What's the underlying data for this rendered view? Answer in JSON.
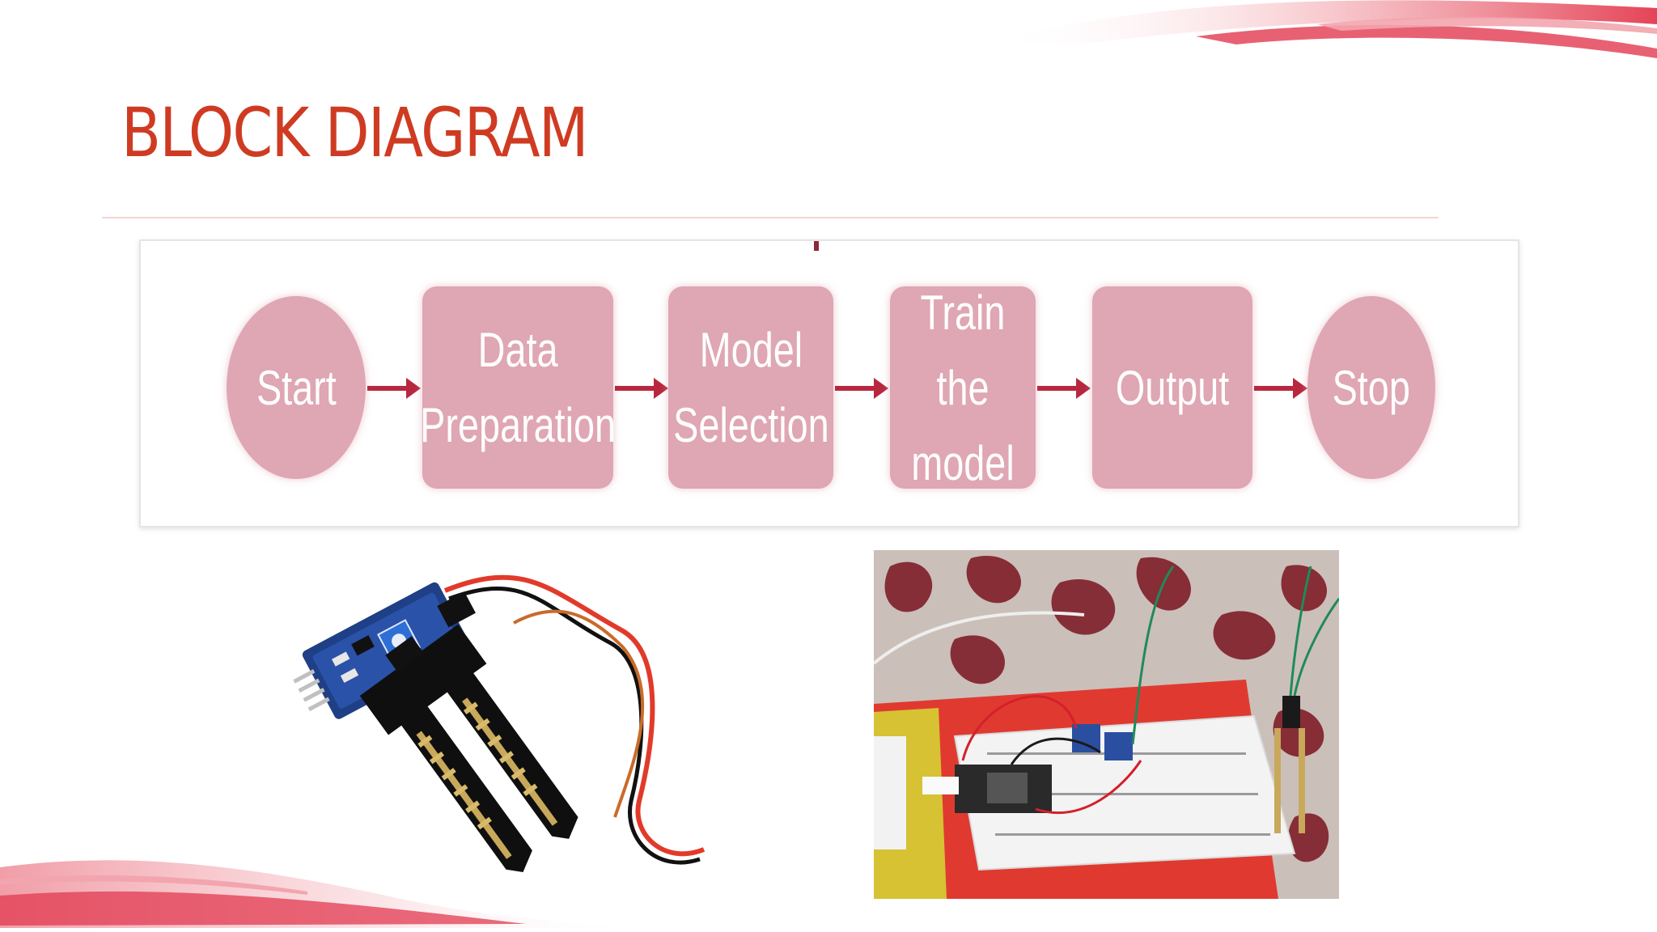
{
  "slide": {
    "title": "BLOCK DIAGRAM"
  },
  "diagram": {
    "nodes": [
      {
        "shape": "circle",
        "label": "Start"
      },
      {
        "shape": "rounded-rect",
        "label": "Data\nPreparation"
      },
      {
        "shape": "rounded-rect",
        "label": "Model\nSelection"
      },
      {
        "shape": "rounded-rect",
        "label": "Train the\nmodel"
      },
      {
        "shape": "rounded-rect",
        "label": "Output"
      },
      {
        "shape": "circle",
        "label": "Stop"
      }
    ],
    "edges": [
      {
        "from": "Start",
        "to": "Data\nPreparation"
      },
      {
        "from": "Data\nPreparation",
        "to": "Model\nSelection"
      },
      {
        "from": "Model\nSelection",
        "to": "Train the\nmodel"
      },
      {
        "from": "Train the\nmodel",
        "to": "Output"
      },
      {
        "from": "Output",
        "to": "Stop"
      }
    ],
    "colors": {
      "node_fill": "#dfa6b3",
      "node_text": "#ffffff",
      "arrow": "#b7283f"
    }
  },
  "images": {
    "sensor": {
      "icon": "soil-moisture-sensor-icon"
    },
    "photo": {
      "icon": "breadboard-circuit-photo"
    }
  },
  "theme": {
    "title_color": "#cf3b22",
    "accent": "#e64b5a"
  }
}
